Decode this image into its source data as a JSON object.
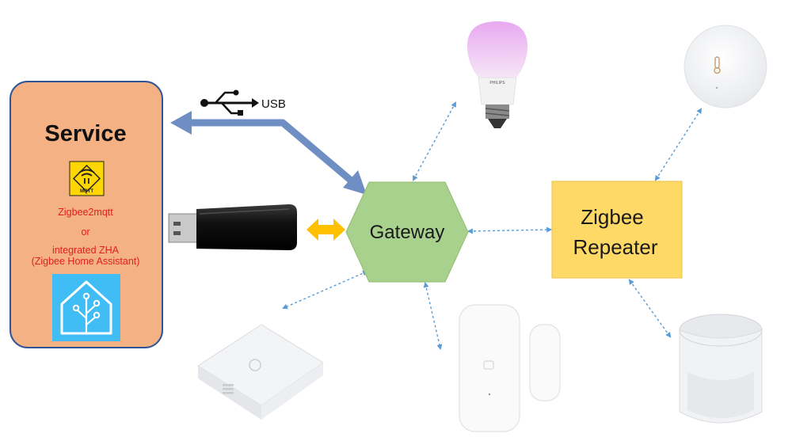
{
  "service": {
    "title": "Service",
    "mqtt_logo_text": "MQTT",
    "line1": "Zigbee2mqtt",
    "line2": "or",
    "line3": "integrated ZHA",
    "line4": "(Zigbee Home Assistant)"
  },
  "usb": {
    "label": "USB"
  },
  "gateway": {
    "label": "Gateway"
  },
  "repeater": {
    "line1": "Zigbee",
    "line2": "Repeater"
  },
  "bulb": {
    "brand_text": "PHILIPS"
  },
  "colors": {
    "service_fill": "#F4B183",
    "service_border": "#2F5597",
    "service_text_red": "#E02020",
    "usb_arrow": "#6F8FC4",
    "gateway_fill": "#A9D18E",
    "repeater_fill": "#FFD966",
    "connector_yellow": "#FFC000",
    "link_dotted": "#5B9BD5",
    "ha_blue": "#41BDF5"
  }
}
